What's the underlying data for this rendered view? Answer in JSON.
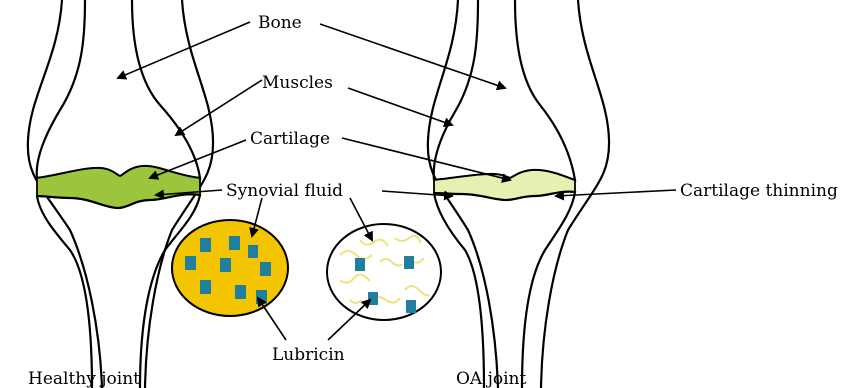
{
  "labels": {
    "bone": "Bone",
    "muscles": "Muscles",
    "cartilage": "Cartilage",
    "synovial_fluid": "Synovial fluid",
    "cartilage_thinning": "Cartilage thinning",
    "lubricin": "Lubricin",
    "healthy_joint": "Healthy joint",
    "oa_joint": "OA joint"
  },
  "colors": {
    "outline": "#000000",
    "healthy_cartilage": "#9bc53d",
    "healthy_fluid": "#f2c500",
    "oa_cartilage": "#e6f0b0",
    "lubricin_block": "#1f7f9c",
    "oa_fluid_fibers": "#efe27a"
  }
}
